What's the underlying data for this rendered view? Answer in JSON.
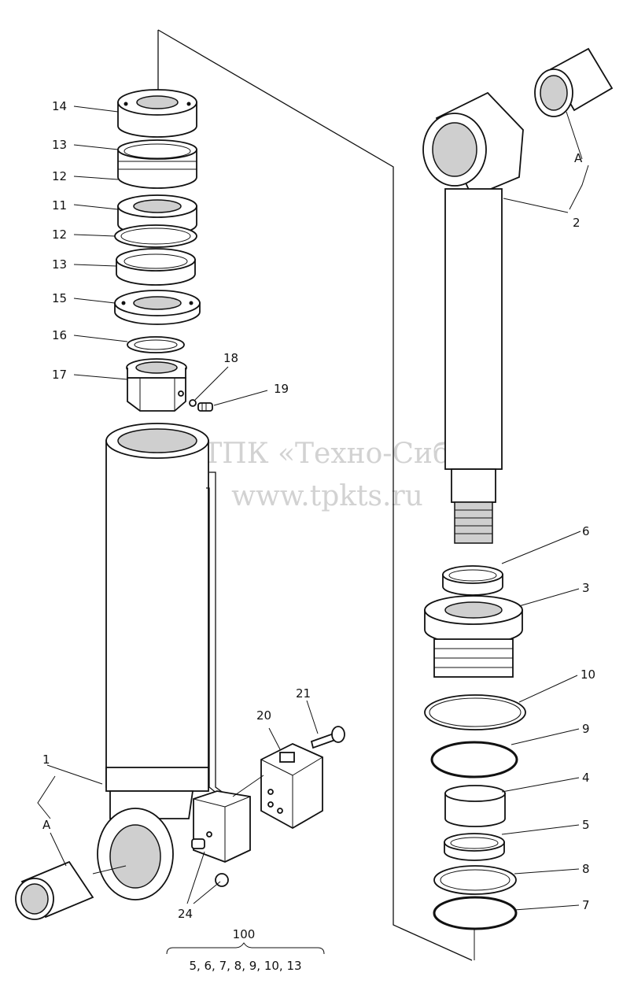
{
  "watermark": {
    "company": "ТПК «Техно-Сиб»",
    "url": "www.tpkts.ru"
  },
  "callouts": {
    "c14": "14",
    "c13a": "13",
    "c12a": "12",
    "c11": "11",
    "c12b": "12",
    "c13b": "13",
    "c15": "15",
    "c16": "16",
    "c17": "17",
    "c18": "18",
    "c19": "19",
    "c1": "1",
    "cA_left": "A",
    "c20": "20",
    "c21": "21",
    "c24": "24",
    "cA_right": "A",
    "c2": "2",
    "c6": "6",
    "c3": "3",
    "c10": "10",
    "c9": "9",
    "c4": "4",
    "c5": "5",
    "c8": "8",
    "c7": "7"
  },
  "kit": {
    "number": "100",
    "parts": "5, 6, 7, 8, 9, 10, 13"
  }
}
